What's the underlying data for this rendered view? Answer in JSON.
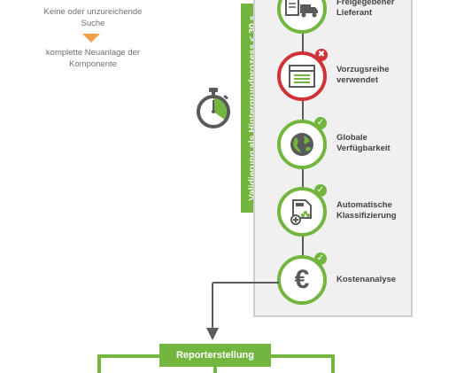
{
  "notes": {
    "top": "Keine oder unzureichende Suche",
    "bottom": "komplette Neuanlage der Komponente"
  },
  "validation_bar": "Validierung als Hintergrundprozess < 30 s",
  "steps": [
    {
      "label": "Freigegebener Lieferant",
      "icon": "truck-certificate-icon",
      "status": "ok"
    },
    {
      "label": "Vorzugsreihe verwendet",
      "icon": "browser-list-icon",
      "status": "error"
    },
    {
      "label": "Globale Verfügbarkeit",
      "icon": "globe-icon",
      "status": "ok"
    },
    {
      "label": "Automatische Klassifizierung",
      "icon": "classification-icon",
      "status": "ok"
    },
    {
      "label": "Kostenanalyse",
      "icon": "euro-icon",
      "status": "ok"
    }
  ],
  "reporter_label": "Reporterstellung",
  "badges": {
    "ok": "✓",
    "error": "✖",
    "euro": "€"
  },
  "colors": {
    "green": "#72b63f",
    "red": "#d03237",
    "orange": "#f0a04b",
    "gray": "#5a5a5a"
  }
}
